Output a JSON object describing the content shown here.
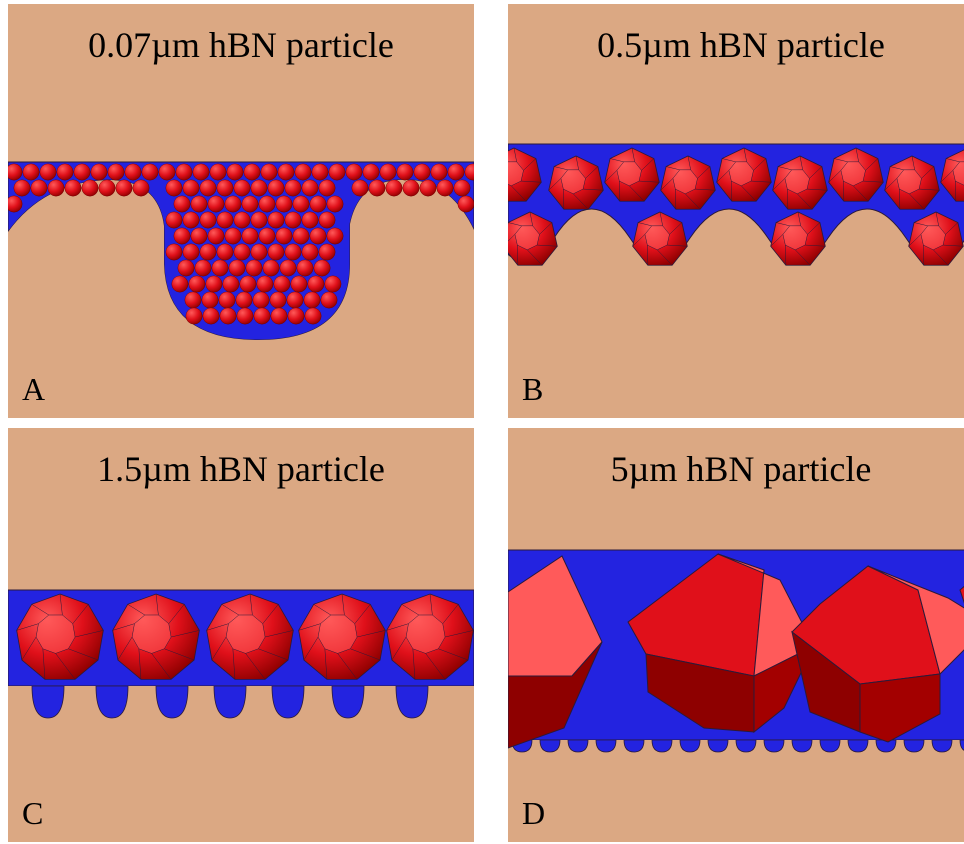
{
  "panels": [
    {
      "title": "0.07µm hBN particle",
      "letter": "A"
    },
    {
      "title": "0.5µm hBN particle",
      "letter": "B"
    },
    {
      "title": "1.5µm hBN particle",
      "letter": "C"
    },
    {
      "title": "5µm hBN particle",
      "letter": "D"
    }
  ],
  "colors": {
    "substrate": "#dba883",
    "fluid": "#2323e0",
    "particle": "#e0101a",
    "particle_light": "#ff5a5a",
    "particle_dark": "#8e0000",
    "outline": "#2b1a3a"
  }
}
